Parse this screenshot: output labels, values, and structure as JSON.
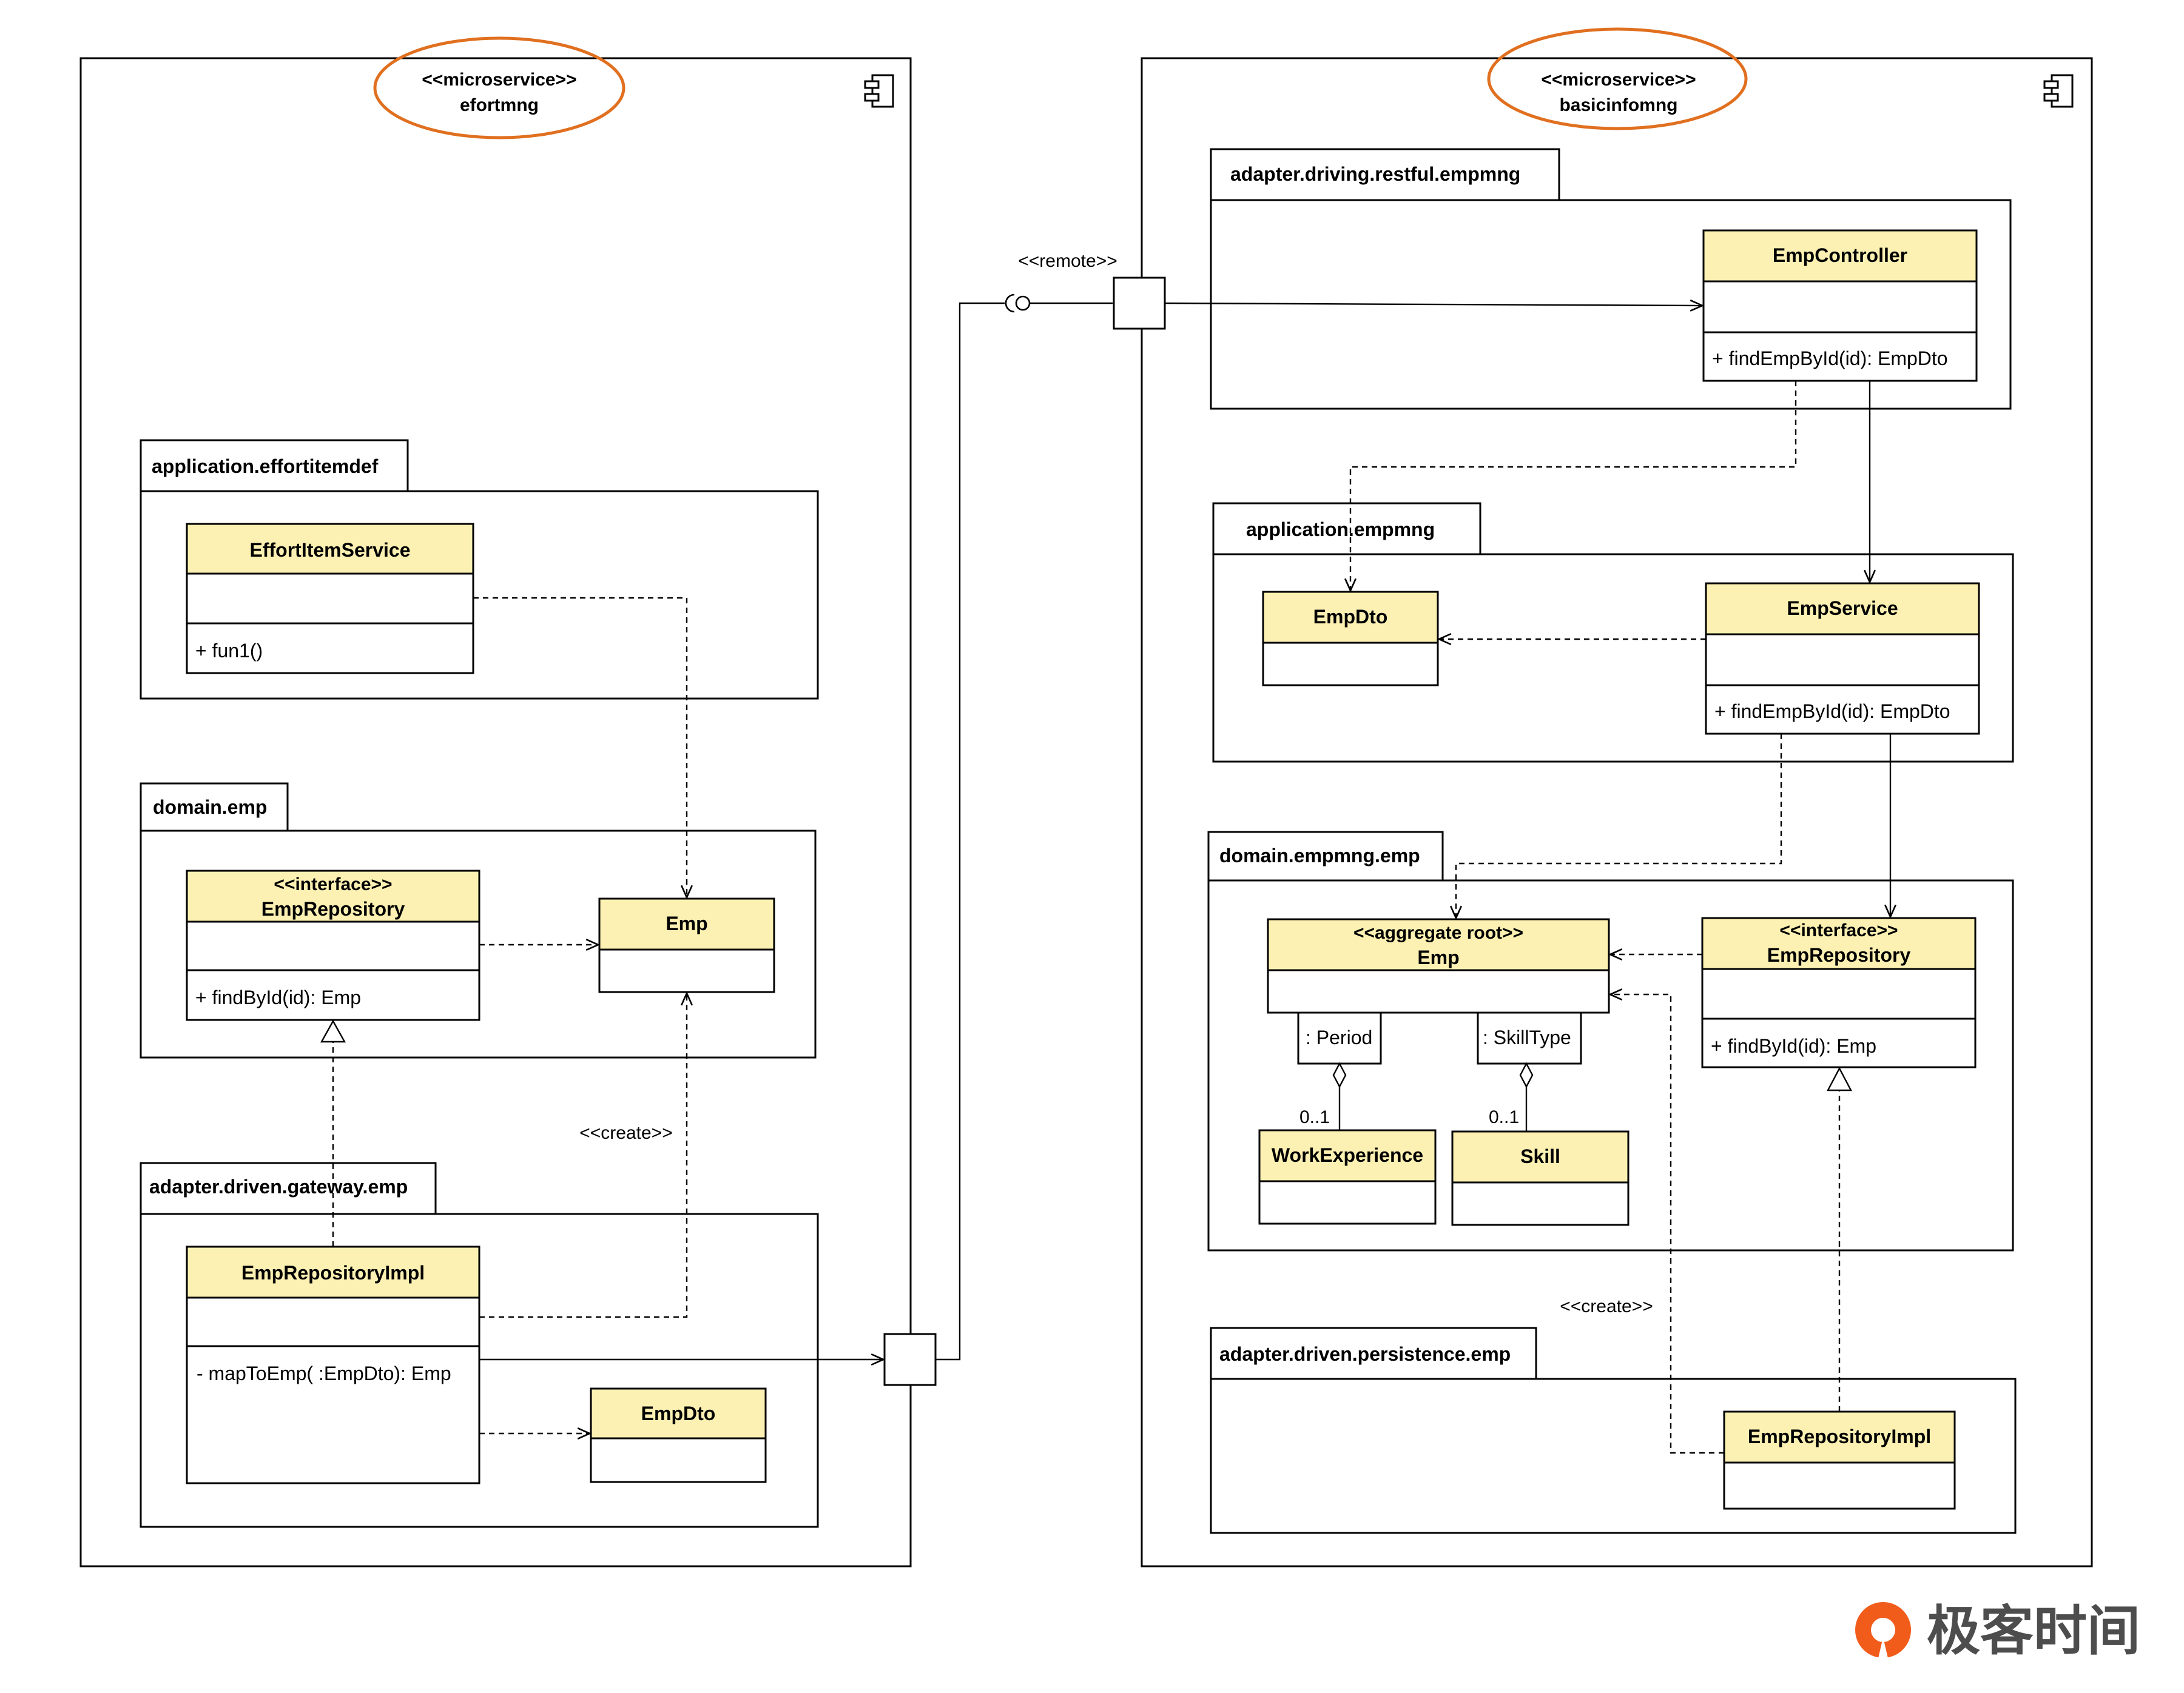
{
  "microservices": {
    "left": {
      "stereotype": "<<microservice>>",
      "name": "efortmng"
    },
    "right": {
      "stereotype": "<<microservice>>",
      "name": "basicinfomng"
    }
  },
  "packages": {
    "effortitemdef": "application.effortitemdef",
    "domain_emp": "domain.emp",
    "gateway_emp": "adapter.driven.gateway.emp",
    "restful_empmng": "adapter.driving.restful.empmng",
    "app_empmng": "application.empmng",
    "domain_empmng_emp": "domain.empmng.emp",
    "persistence_emp": "adapter.driven.persistence.emp"
  },
  "classes": {
    "effort_item_service": {
      "name": "EffortItemService",
      "op": "+ fun1()"
    },
    "emp_repository_left": {
      "stereotype": "<<interface>>",
      "name": "EmpRepository",
      "op": "+ findById(id): Emp"
    },
    "emp_left": {
      "name": "Emp"
    },
    "emp_repository_impl_left": {
      "name": "EmpRepositoryImpl",
      "op": "- mapToEmp( :EmpDto): Emp"
    },
    "emp_dto_left": {
      "name": "EmpDto"
    },
    "emp_controller": {
      "name": "EmpController",
      "op": "+ findEmpById(id): EmpDto"
    },
    "emp_dto_right": {
      "name": "EmpDto"
    },
    "emp_service": {
      "name": "EmpService",
      "op": "+ findEmpById(id): EmpDto"
    },
    "emp_aggregate": {
      "stereotype": "<<aggregate root>>",
      "name": "Emp"
    },
    "emp_repository_right": {
      "stereotype": "<<interface>>",
      "name": "EmpRepository",
      "op": "+ findById(id): Emp"
    },
    "work_experience": {
      "name": "WorkExperience"
    },
    "skill": {
      "name": "Skill"
    },
    "emp_repository_impl_right": {
      "name": "EmpRepositoryImpl"
    }
  },
  "associations": {
    "period_role": ": Period",
    "skilltype_role": ": SkillType",
    "period_mult": "0..1",
    "skill_mult": "0..1"
  },
  "stereotype_labels": {
    "remote": "<<remote>>",
    "create_left": "<<create>>",
    "create_right": "<<create>>"
  },
  "logo": {
    "text": "极客时间"
  },
  "colors": {
    "class_header_fill": "#FCF1B2",
    "ellipse_stroke": "#E07020",
    "logo_orange": "#F25C1B",
    "logo_gray": "#4D4D4D"
  }
}
